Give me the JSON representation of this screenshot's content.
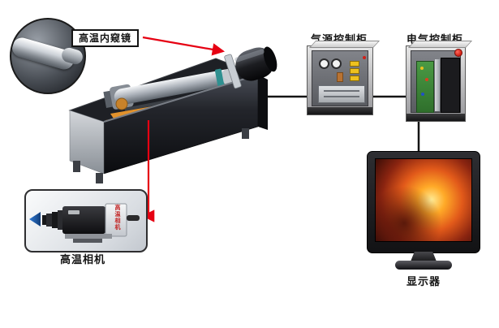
{
  "labels": {
    "endoscope": "高温内窥镜",
    "air_cabinet": "气源控制柜",
    "electrical_cabinet": "电气控制柜",
    "camera": "高温相机",
    "camera_sticker": "高温相机",
    "monitor": "显示器"
  },
  "colors": {
    "connector_red": "#e60012",
    "connector_black": "#141414",
    "rail_orange": "#e2922c",
    "pcb_green": "#3f8a3c",
    "screen_fire_bright": "#ffd24a",
    "screen_fire_deep": "#8a2410",
    "arrow_blue": "#2f7ad6"
  }
}
